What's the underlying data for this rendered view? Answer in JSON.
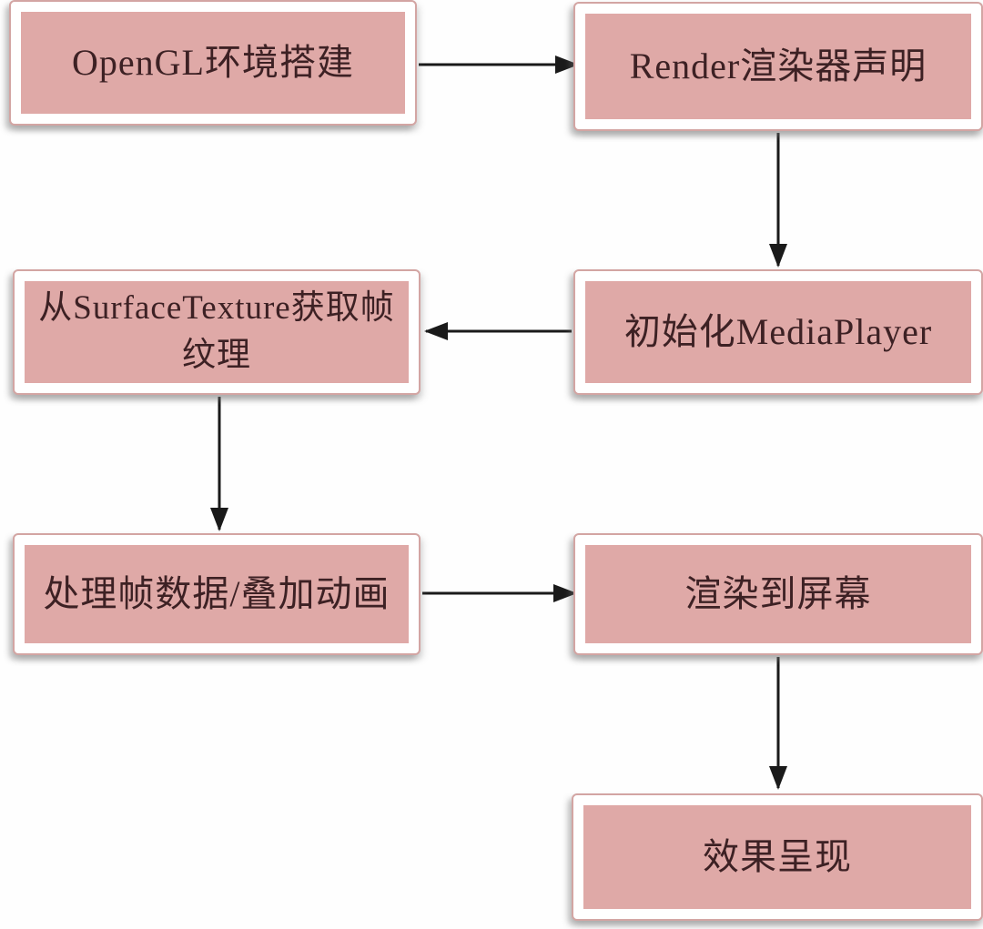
{
  "diagram": {
    "description": "OpenGL video rendering pipeline flowchart",
    "colors": {
      "box_fill": "#dfa9a7",
      "box_frame": "#ffffff",
      "box_outline": "#d3a5a3",
      "text": "#3d2124",
      "arrow": "#1a1a1a",
      "background": "#fefefe"
    },
    "nodes": [
      {
        "id": "opengl-setup",
        "label": "OpenGL环境搭建"
      },
      {
        "id": "render-declare",
        "label": "Render渲染器声明"
      },
      {
        "id": "surface-texture",
        "label": "从SurfaceTexture获取帧\n纹理"
      },
      {
        "id": "mediaplayer-init",
        "label": "初始化MediaPlayer"
      },
      {
        "id": "frame-process",
        "label": "处理帧数据/叠加动画"
      },
      {
        "id": "render-screen",
        "label": "渲染到屏幕"
      },
      {
        "id": "result",
        "label": "效果呈现"
      }
    ],
    "edges": [
      {
        "from": "opengl-setup",
        "to": "render-declare",
        "direction": "right"
      },
      {
        "from": "render-declare",
        "to": "mediaplayer-init",
        "direction": "down"
      },
      {
        "from": "mediaplayer-init",
        "to": "surface-texture",
        "direction": "left"
      },
      {
        "from": "surface-texture",
        "to": "frame-process",
        "direction": "down"
      },
      {
        "from": "frame-process",
        "to": "render-screen",
        "direction": "right"
      },
      {
        "from": "render-screen",
        "to": "result",
        "direction": "down"
      }
    ]
  }
}
